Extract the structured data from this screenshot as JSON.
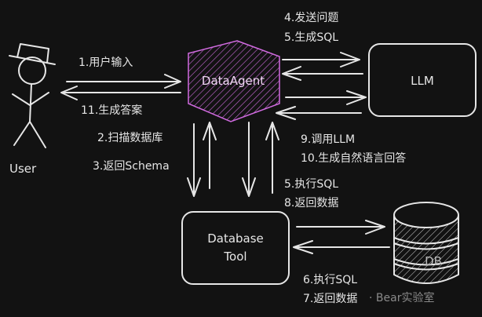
{
  "nodes": {
    "user": "User",
    "agent": "DataAgent",
    "llm": "LLM",
    "tool_line1": "Database",
    "tool_line2": "Tool",
    "db": "DB"
  },
  "edges": {
    "user_input": "1.用户输入",
    "answer": "11.生成答案",
    "scan_db": "2.扫描数据库",
    "return_schema": "3.返回Schema",
    "send_question": "4.发送问题",
    "gen_sql": "5.生成SQL",
    "call_llm": "9.调用LLM",
    "gen_nl": "10.生成自然语言回答",
    "exec_sql_tool": "5.执行SQL",
    "return_data_tool": "8.返回数据",
    "exec_sql_db": "6.执行SQL",
    "return_data_db": "7.返回数据"
  },
  "watermark": "· Bear实验室",
  "colors": {
    "background": "#121212",
    "stroke": "#e6e6e6",
    "agent": "#d16be0"
  }
}
